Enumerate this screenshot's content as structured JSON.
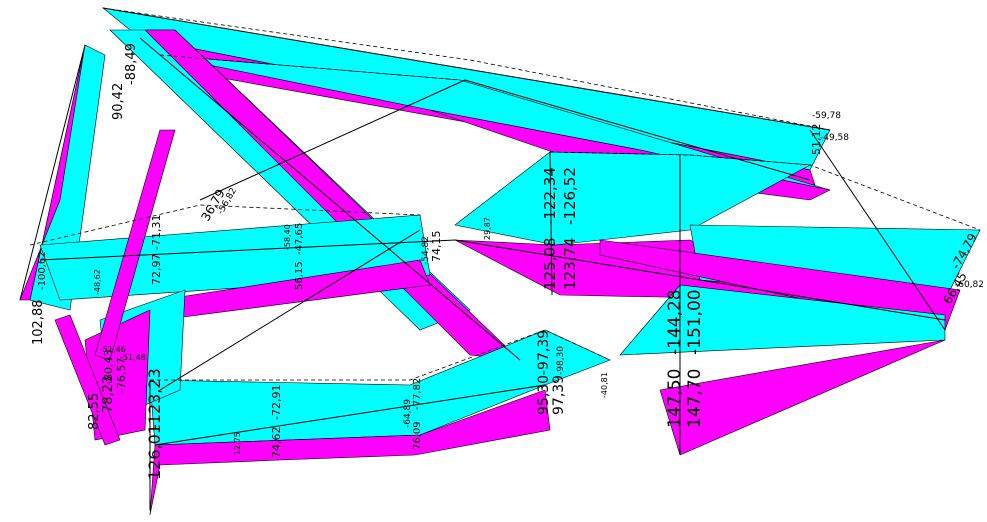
{
  "colors": {
    "background": "#ffffff",
    "positive_fill": "#00ffff",
    "negative_fill": "#ff00ff",
    "member_line": "#000000",
    "outline": "#000000"
  },
  "labels": {
    "l01": "102,88",
    "l02": "-100,62",
    "l03": "90,42",
    "l04": "-88,49",
    "l05": "72,97",
    "l06": "-71,31",
    "l07": "56,15",
    "l08": "-47,65",
    "l09": "-54,82",
    "l10": "74,15",
    "l11": "125,08",
    "l12": "-122,34",
    "l13": "123,74",
    "l14": "-126,52",
    "l15": "66,45",
    "l16": "-74,79",
    "l17": "-60,82",
    "l18": "147,50",
    "l19": "-144,28",
    "l20": "147,70",
    "l21": "-151,00",
    "l22": "95,30",
    "l23": "-97,39",
    "l24": "97,39",
    "l25": "-98,30",
    "l26": "126,01",
    "l27": "-123,23",
    "l28": "74,62",
    "l29": "-72,91",
    "l30": "76,09",
    "l31": "-77,82",
    "l32": "-64,89",
    "l33": "78,23",
    "l34": "-76,57",
    "l35": "82,55",
    "l36": "-80,43",
    "l37": "51,12",
    "l38": "-59,78",
    "l39": "-49,58",
    "l40": "36,79",
    "l41": "-56,82",
    "l42": "-48,62",
    "l43": "-51,48",
    "l44": "-51,46",
    "l45": "12,75",
    "l46": "-58,40",
    "l47": "29,87",
    "l48": "-40,81"
  }
}
